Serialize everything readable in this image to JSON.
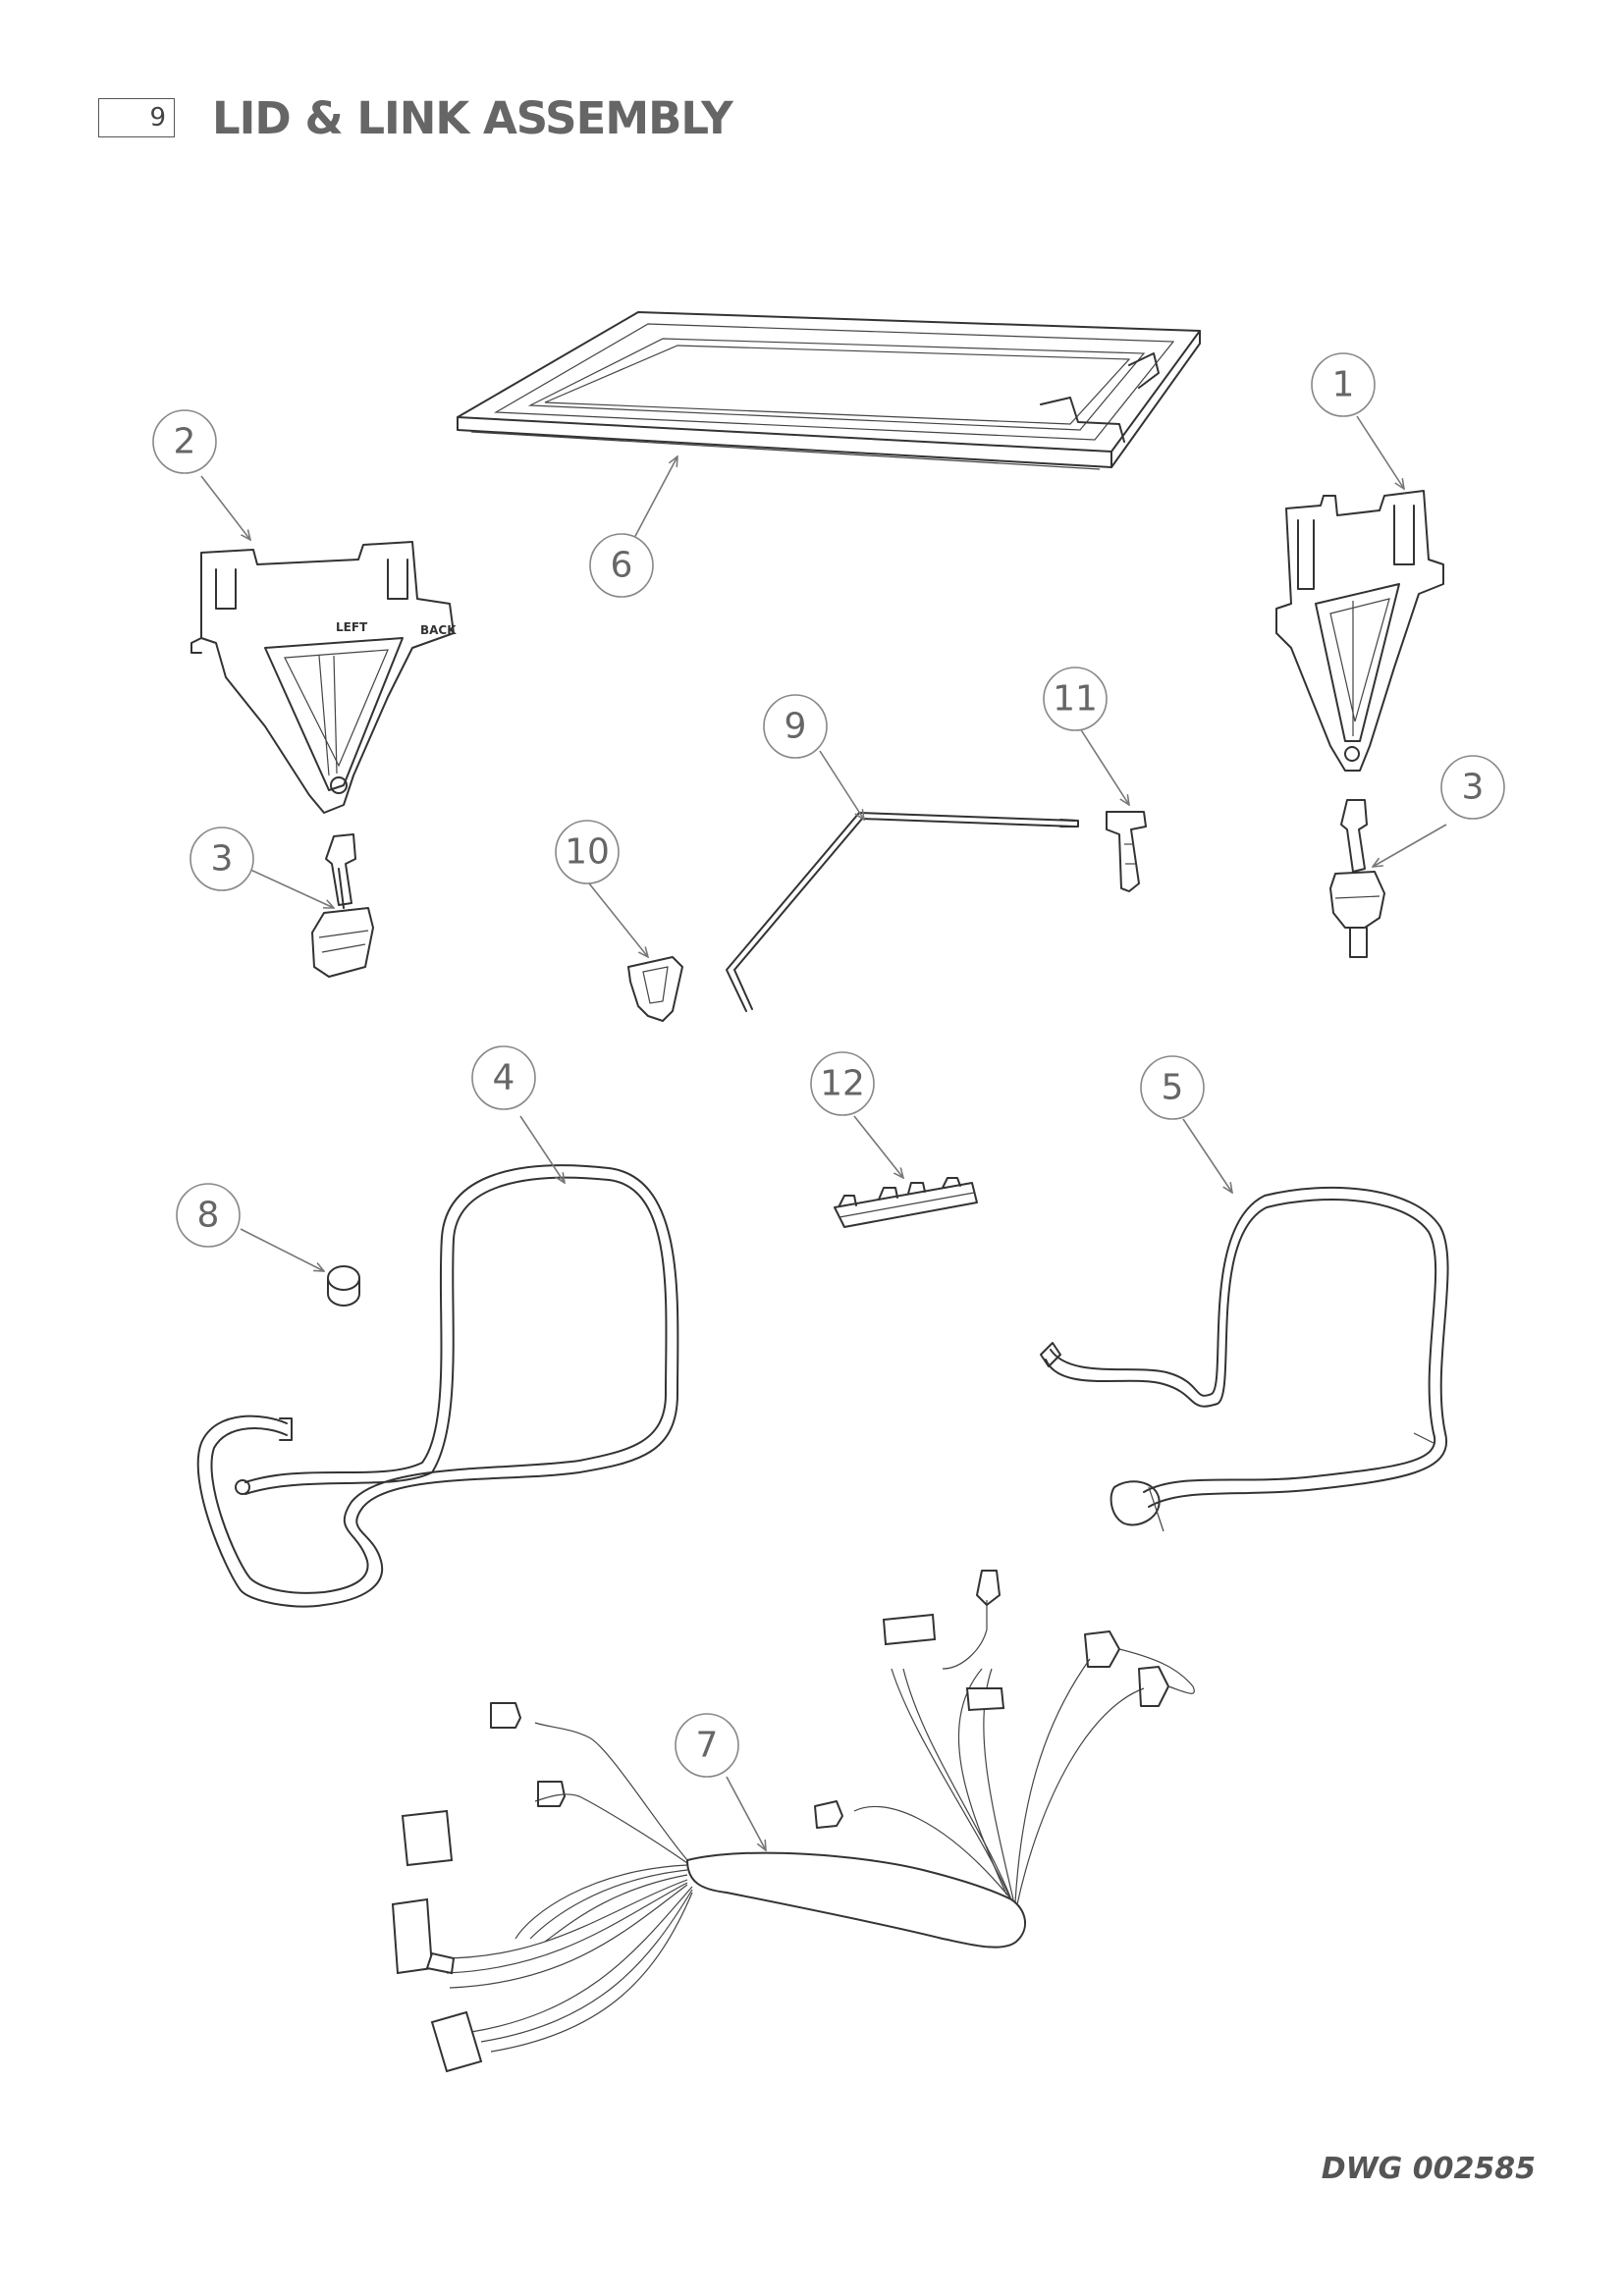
{
  "header": {
    "page_number": "9",
    "title": "LID & LINK ASSEMBLY"
  },
  "drawing_number": "DWG 002585",
  "callouts": {
    "c1": "1",
    "c2": "2",
    "c3a": "3",
    "c3b": "3",
    "c4": "4",
    "c5": "5",
    "c6": "6",
    "c7": "7",
    "c8": "8",
    "c9": "9",
    "c10": "10",
    "c11": "11",
    "c12": "12"
  },
  "part_markings": {
    "left_bracket": "LEFT",
    "back_mark": "BACK"
  }
}
